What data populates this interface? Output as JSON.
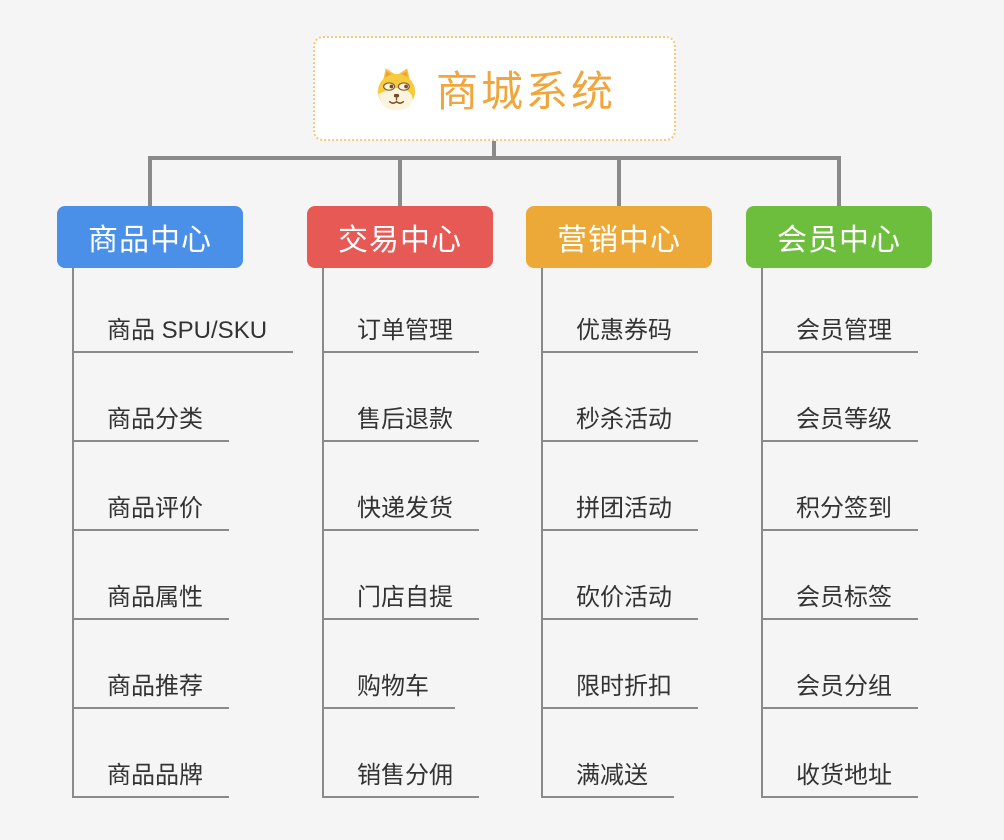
{
  "root": {
    "title": "商城系统",
    "icon": "doge-icon"
  },
  "branches": [
    {
      "label": "商品中心",
      "color": "#4A90E8",
      "items": [
        "商品 SPU/SKU",
        "商品分类",
        "商品评价",
        "商品属性",
        "商品推荐",
        "商品品牌"
      ]
    },
    {
      "label": "交易中心",
      "color": "#E65955",
      "items": [
        "订单管理",
        "售后退款",
        "快递发货",
        "门店自提",
        "购物车",
        "销售分佣"
      ]
    },
    {
      "label": "营销中心",
      "color": "#ECA937",
      "items": [
        "优惠券码",
        "秒杀活动",
        "拼团活动",
        "砍价活动",
        "限时折扣",
        "满减送"
      ]
    },
    {
      "label": "会员中心",
      "color": "#6EBE3E",
      "items": [
        "会员管理",
        "会员等级",
        "积分签到",
        "会员标签",
        "会员分组",
        "收货地址"
      ]
    }
  ],
  "colors": {
    "background": "#f5f5f6",
    "connector": "#8a8a8a",
    "root_border": "#f6c87d",
    "root_text": "#f0a63c",
    "topic_text": "#333333"
  }
}
